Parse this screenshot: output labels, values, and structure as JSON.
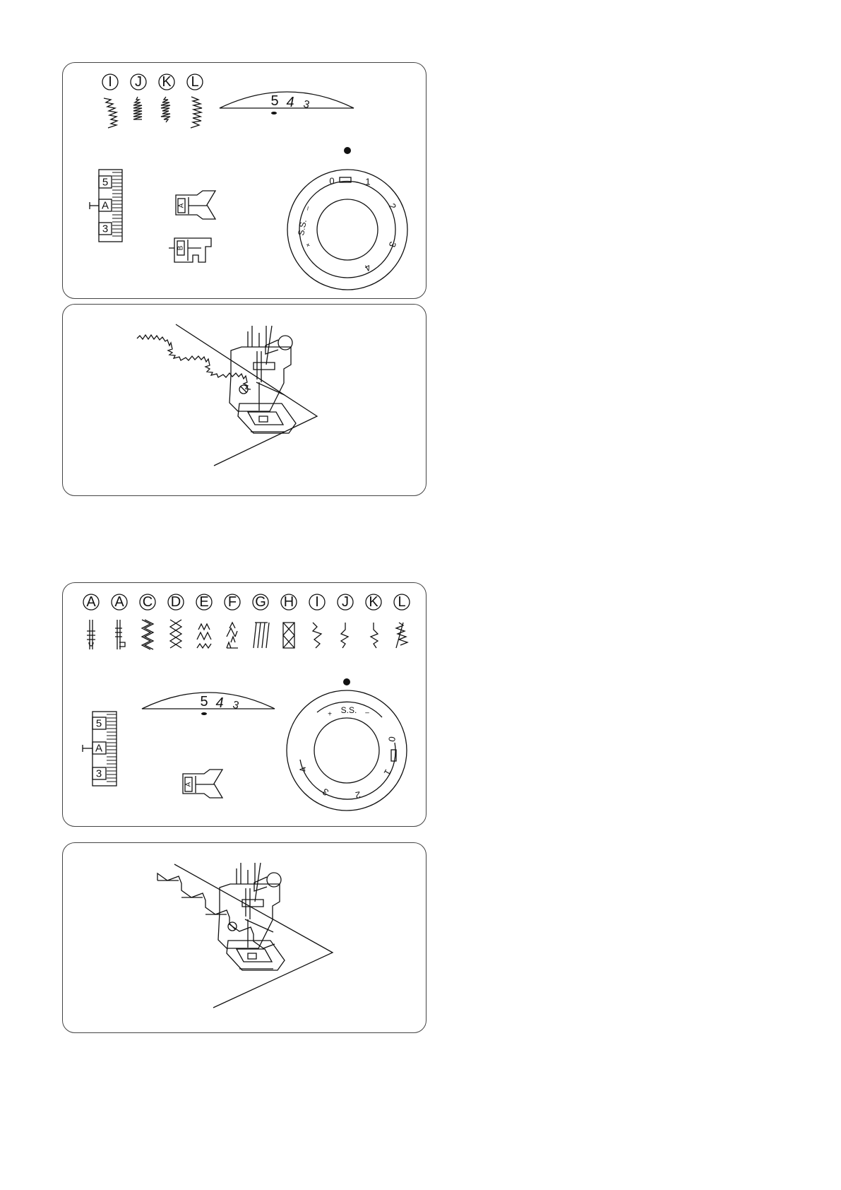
{
  "panel1": {
    "patterns": [
      {
        "label": "I",
        "icon": "stitch-scallop-left-icon"
      },
      {
        "label": "J",
        "icon": "stitch-triangle-satin-icon"
      },
      {
        "label": "K",
        "icon": "stitch-diamond-satin-icon"
      },
      {
        "label": "L",
        "icon": "stitch-scallop-right-icon"
      }
    ],
    "tension_numbers": [
      "5",
      "4",
      "3"
    ],
    "selector_labels": [
      "5",
      "A",
      "3"
    ],
    "feet": [
      "A",
      "B"
    ],
    "dial": {
      "labels": [
        "0",
        "1",
        "2",
        "3",
        "4"
      ],
      "ss_label": "S.S.",
      "plus": "+",
      "minus": "–"
    }
  },
  "panel2": {
    "illustration": "scallop-stitch-sewing-icon"
  },
  "panel3": {
    "patterns": [
      {
        "label": "A",
        "icon": "stitch-straight-icon"
      },
      {
        "label": "A",
        "icon": "stitch-straight-triple-icon"
      },
      {
        "label": "C",
        "icon": "stitch-rick-rack-icon"
      },
      {
        "label": "D",
        "icon": "stitch-cross-icon"
      },
      {
        "label": "E",
        "icon": "stitch-multi-zigzag-icon"
      },
      {
        "label": "F",
        "icon": "stitch-blind-hem-icon"
      },
      {
        "label": "G",
        "icon": "stitch-overlock-icon"
      },
      {
        "label": "H",
        "icon": "stitch-box-icon"
      },
      {
        "label": "I",
        "icon": "stitch-blind-zigzag-icon"
      },
      {
        "label": "J",
        "icon": "stitch-shell-left-icon"
      },
      {
        "label": "K",
        "icon": "stitch-shell-right-icon"
      },
      {
        "label": "L",
        "icon": "stitch-feather-icon"
      }
    ],
    "tension_numbers": [
      "5",
      "4",
      "3"
    ],
    "selector_labels": [
      "5",
      "A",
      "3"
    ],
    "feet": [
      "A"
    ],
    "dial": {
      "labels": [
        "0",
        "1",
        "2",
        "3",
        "4"
      ],
      "ss_label": "S.S.",
      "plus": "+",
      "minus": "–"
    }
  },
  "panel4": {
    "illustration": "shell-tuck-sewing-icon"
  }
}
